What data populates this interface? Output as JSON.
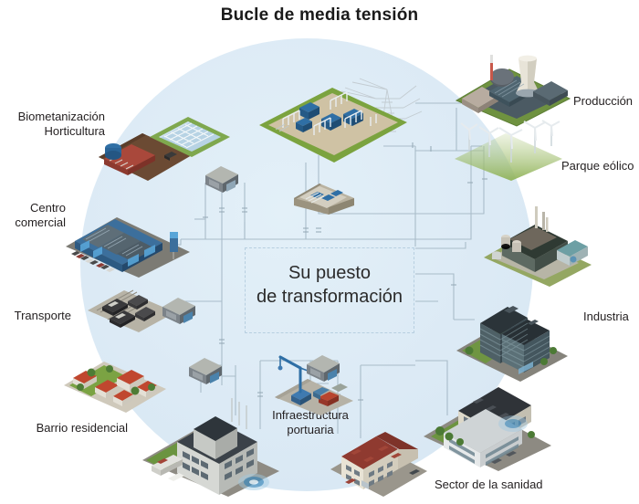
{
  "title": "Bucle de media tensión",
  "center": {
    "line1": "Su puesto",
    "line2": "de transformación"
  },
  "colors": {
    "disc": "#dceaf5",
    "line": "#a9bcc9",
    "title_text": "#1a1a1a",
    "label_text": "#231f20",
    "center_border": "#b7cfe0",
    "substation_box": "#8d9aa2",
    "grass": "#7ea14a",
    "roof_red": "#9e4339",
    "glass_blue": "#2a6fa8"
  },
  "labels": [
    {
      "id": "biometanizacion",
      "text": "Biometanización\nHorticultura",
      "align": "right"
    },
    {
      "id": "centro-comercial",
      "text": "Centro\ncomercial",
      "align": "right"
    },
    {
      "id": "transporte",
      "text": "Transporte",
      "align": "right"
    },
    {
      "id": "barrio-residencial",
      "text": "Barrio residencial",
      "align": "right"
    },
    {
      "id": "infraestructura-portuaria",
      "text": "Infraestructura\nportuaria",
      "align": "center"
    },
    {
      "id": "sector-sanidad",
      "text": "Sector de la sanidad",
      "align": "left"
    },
    {
      "id": "industria",
      "text": "Industria",
      "align": "left"
    },
    {
      "id": "parque-eolico",
      "text": "Parque eólico",
      "align": "left"
    },
    {
      "id": "produccion",
      "text": "Producción",
      "align": "left"
    }
  ],
  "nodes": [
    {
      "id": "produccion",
      "name": "power-plant-cooling-tower"
    },
    {
      "id": "parque-eolico",
      "name": "wind-farm"
    },
    {
      "id": "industria-plant",
      "name": "industrial-plant"
    },
    {
      "id": "industria-towers",
      "name": "office-towers"
    },
    {
      "id": "sector-sanidad",
      "name": "hospital-complex"
    },
    {
      "id": "apartment-block",
      "name": "apartment-block"
    },
    {
      "id": "hotel-block",
      "name": "modern-apartment-block"
    },
    {
      "id": "puerto",
      "name": "port-crane"
    },
    {
      "id": "barrio-residencial",
      "name": "suburban-houses"
    },
    {
      "id": "transporte",
      "name": "freight-trains"
    },
    {
      "id": "centro-comercial",
      "name": "shopping-mall"
    },
    {
      "id": "biometanizacion",
      "name": "biogas-plant"
    },
    {
      "id": "horticultura",
      "name": "greenhouses"
    },
    {
      "id": "subestacion",
      "name": "high-voltage-substation"
    },
    {
      "id": "transformer-hall",
      "name": "transformer-hall"
    }
  ],
  "transformer_boxes": [
    {
      "id": "tx-north-west",
      "name": "transformer-cabinet"
    },
    {
      "id": "tx-west",
      "name": "transformer-cabinet"
    },
    {
      "id": "tx-south-west",
      "name": "transformer-cabinet"
    },
    {
      "id": "tx-south",
      "name": "transformer-cabinet"
    }
  ]
}
